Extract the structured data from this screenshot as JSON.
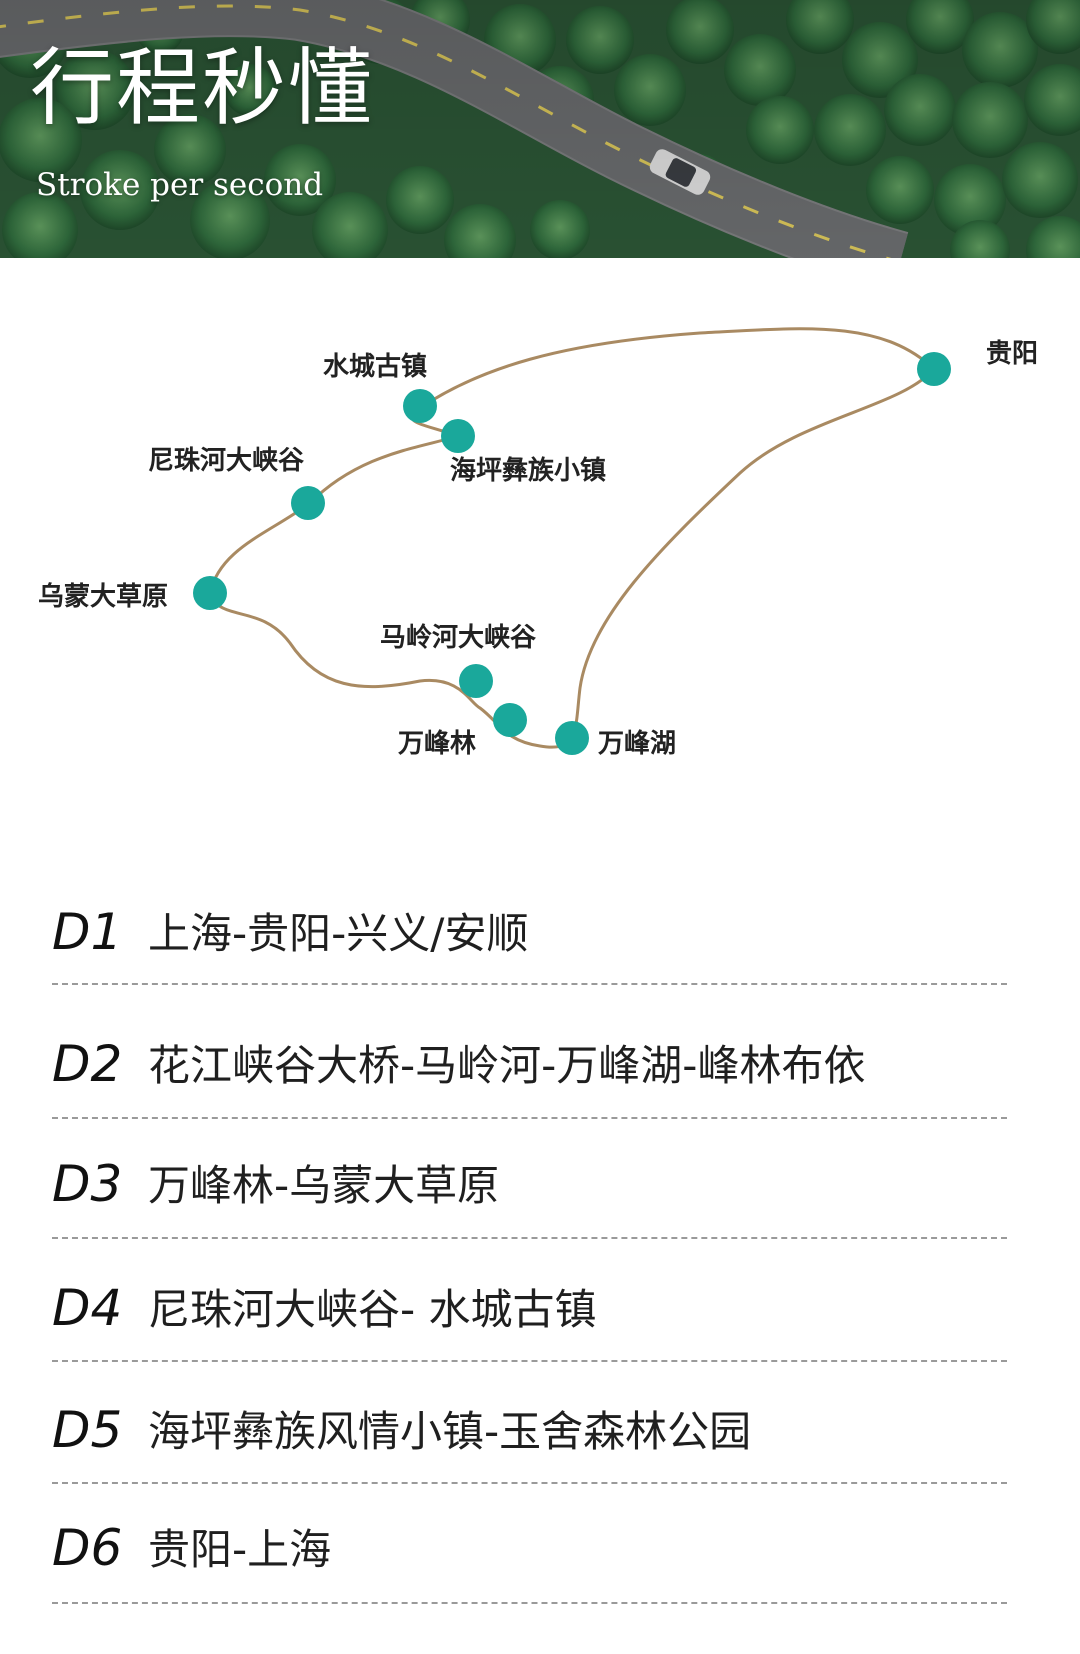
{
  "hero": {
    "title": "行程秒懂",
    "subtitle": "Stroke per second"
  },
  "map": {
    "route_color": "#a98a62",
    "node_color": "#1aa89b",
    "stops": [
      {
        "name": "贵阳"
      },
      {
        "name": "水城古镇"
      },
      {
        "name": "海坪彝族小镇"
      },
      {
        "name": "尼珠河大峡谷"
      },
      {
        "name": "乌蒙大草原"
      },
      {
        "name": "马岭河大峡谷"
      },
      {
        "name": "万峰林"
      },
      {
        "name": "万峰湖"
      }
    ]
  },
  "itinerary": [
    {
      "day": "D1",
      "route": "上海-贵阳-兴义/安顺"
    },
    {
      "day": "D2",
      "route": "花江峡谷大桥-马岭河-万峰湖-峰林布依"
    },
    {
      "day": "D3",
      "route": "万峰林-乌蒙大草原"
    },
    {
      "day": "D4",
      "route": "尼珠河大峡谷- 水城古镇"
    },
    {
      "day": "D5",
      "route": "海坪彝族风情小镇-玉舍森林公园"
    },
    {
      "day": "D6",
      "route": "贵阳-上海"
    }
  ]
}
